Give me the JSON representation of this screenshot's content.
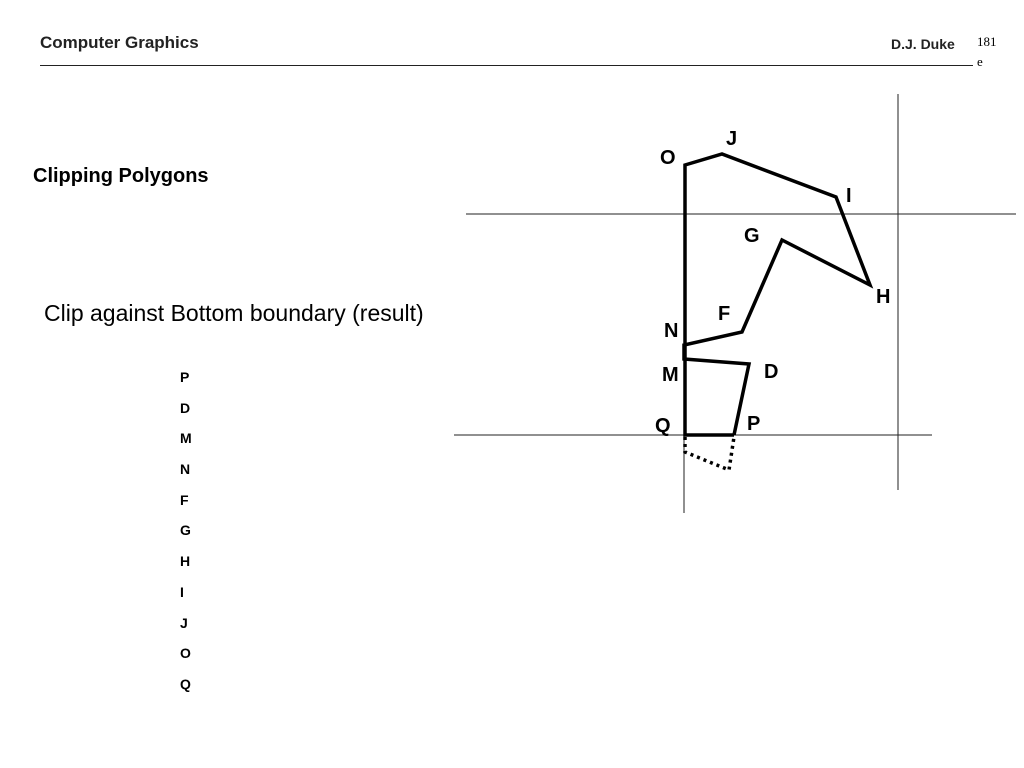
{
  "header": {
    "title": "Computer Graphics",
    "author": "D.J. Duke",
    "page_number": "181",
    "page_suffix": "e"
  },
  "slide": {
    "heading": "Clipping Polygons",
    "subheading": "Clip against Bottom boundary (result)",
    "vertex_list": [
      "P",
      "D",
      "M",
      "N",
      "F",
      "G",
      "H",
      "I",
      "J",
      "O",
      "Q"
    ]
  },
  "diagram": {
    "vertex_labels": {
      "O": "O",
      "J": "J",
      "I": "I",
      "G": "G",
      "H": "H",
      "F": "F",
      "N": "N",
      "M": "M",
      "D": "D",
      "Q": "Q",
      "P": "P"
    }
  }
}
